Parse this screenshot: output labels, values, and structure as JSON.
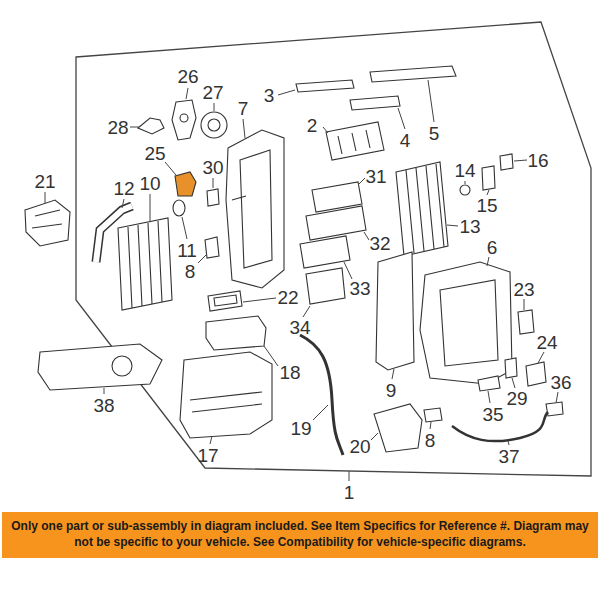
{
  "diagram": {
    "nodes": [
      {
        "text": [
          "Only one part or sub-assembly in diagram included. See Item Specifics for Reference #. Diagram may not be specific to your vehicle. See Compatibility for vehicle-specific diagrams."
        ]
      }
    ],
    "labels": [
      "26",
      "27",
      "3",
      "7",
      "28",
      "2",
      "4",
      "5",
      "25",
      "14",
      "16",
      "21",
      "30",
      "31",
      "12",
      "10",
      "15",
      "13",
      "11",
      "32",
      "8",
      "6",
      "23",
      "22",
      "33",
      "34",
      "24",
      "18",
      "9",
      "36",
      "29",
      "35",
      "38",
      "19",
      "17",
      "20",
      "8",
      "37",
      "1"
    ]
  }
}
